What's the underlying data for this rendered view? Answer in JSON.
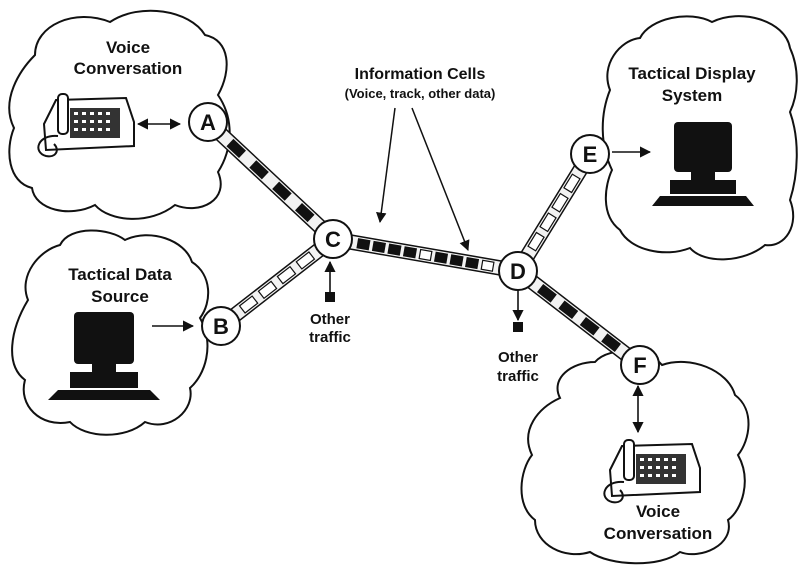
{
  "clouds": {
    "voice_topleft": {
      "title_line1": "Voice",
      "title_line2": "Conversation"
    },
    "data_source": {
      "title_line1": "Tactical Data",
      "title_line2": "Source"
    },
    "display": {
      "title_line1": "Tactical Display",
      "title_line2": "System"
    },
    "voice_bottomright": {
      "title_line1": "Voice",
      "title_line2": "Conversation"
    }
  },
  "nodes": {
    "A": "A",
    "B": "B",
    "C": "C",
    "D": "D",
    "E": "E",
    "F": "F"
  },
  "info_cells": {
    "title": "Information Cells",
    "subtitle": "(Voice, track, other data)"
  },
  "other_traffic_c": {
    "line1": "Other",
    "line2": "traffic"
  },
  "other_traffic_d": {
    "line1": "Other",
    "line2": "traffic"
  },
  "links": {
    "A-C": {
      "cells": [
        "filled",
        "filled",
        "filled",
        "filled"
      ]
    },
    "B-C": {
      "cells": [
        "empty",
        "empty",
        "empty",
        "empty"
      ]
    },
    "C-D": {
      "cells": [
        "filled",
        "filled",
        "filled",
        "filled",
        "empty",
        "filled",
        "filled",
        "filled",
        "empty"
      ]
    },
    "D-E": {
      "cells": [
        "empty",
        "empty",
        "empty",
        "empty"
      ]
    },
    "D-F": {
      "cells": [
        "filled",
        "filled",
        "filled",
        "filled"
      ]
    }
  },
  "colors": {
    "ink": "#111111",
    "cloud_fill": "#ffffff",
    "link_fill": "#f2f2f2"
  }
}
